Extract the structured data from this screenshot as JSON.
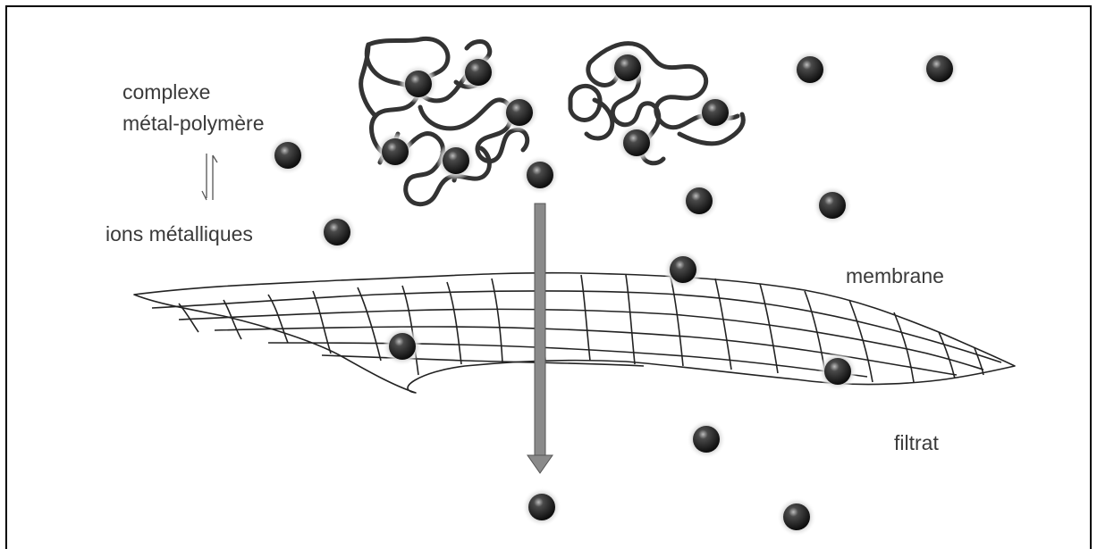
{
  "labels": {
    "complex_line1": "complexe",
    "complex_line2": "métal-polymère",
    "ions": "ions métalliques",
    "membrane": "membrane",
    "filtrat": "filtrat"
  },
  "icons": {
    "equilibrium": "equilibrium-arrows-icon",
    "flow": "down-arrow-icon",
    "ion": "metal-ion-sphere-icon"
  },
  "colors": {
    "ion_fill": "#111111",
    "polymer_stroke": "#333333",
    "membrane_stroke": "#222222",
    "arrow_fill": "#8a8a8a",
    "text": "#3a3a3a"
  }
}
